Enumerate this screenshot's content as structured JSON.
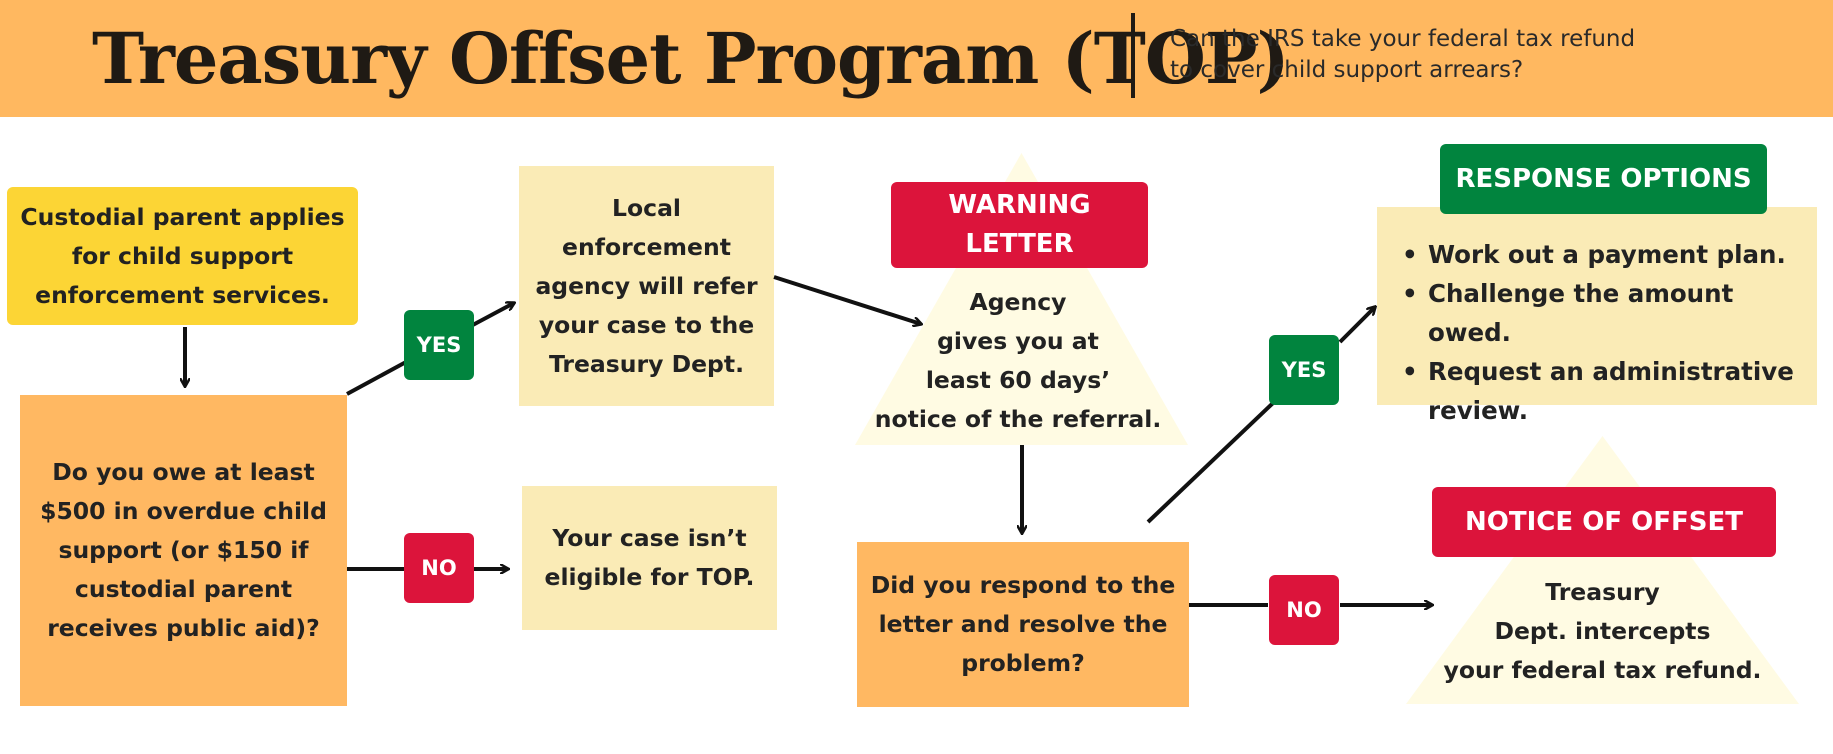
{
  "header": {
    "title": "Treasury Offset Program (TOP)",
    "subtitle_lines": [
      "Can the IRS take your federal tax refund",
      "to cover child support arrears?"
    ],
    "background_color": "#ffb860"
  },
  "nodes": {
    "start": {
      "lines": [
        "Custodial parent applies",
        "for child support",
        "enforcement services."
      ]
    },
    "question_owe": {
      "lines": [
        "Do you owe at least",
        "$500 in overdue child",
        "support (or $150 if",
        "custodial parent",
        "receives public aid)?"
      ]
    },
    "referral": {
      "lines": [
        "Local",
        "enforcement",
        "agency will refer",
        "your case to the",
        "Treasury Dept."
      ]
    },
    "not_eligible": {
      "lines": [
        "Your case isn’t",
        "eligible for TOP."
      ]
    },
    "warning": {
      "label_lines": [
        "WARNING",
        "LETTER"
      ],
      "lines": [
        "Agency",
        "gives you at",
        "least 60 days’",
        "notice of the referral."
      ]
    },
    "question_respond": {
      "lines": [
        "Did you respond to the",
        "letter and resolve the",
        "problem?"
      ]
    },
    "response_options": {
      "label": "RESPONSE OPTIONS",
      "items": [
        "Work out a payment plan.",
        "Challenge the amount owed.",
        "Request an administrative review."
      ]
    },
    "notice": {
      "label": "NOTICE OF OFFSET",
      "lines": [
        "Treasury",
        "Dept. intercepts",
        "your federal tax refund."
      ]
    }
  },
  "badges": {
    "yes_1": "YES",
    "no_1": "NO",
    "yes_2": "YES",
    "no_2": "NO"
  },
  "colors": {
    "yes_green": "#01843e",
    "no_red": "#dc143b",
    "yellow_box": "#fcd535",
    "orange_box": "#ffb862",
    "cream_box": "#faebb6",
    "triangle": "#fffbe3"
  }
}
